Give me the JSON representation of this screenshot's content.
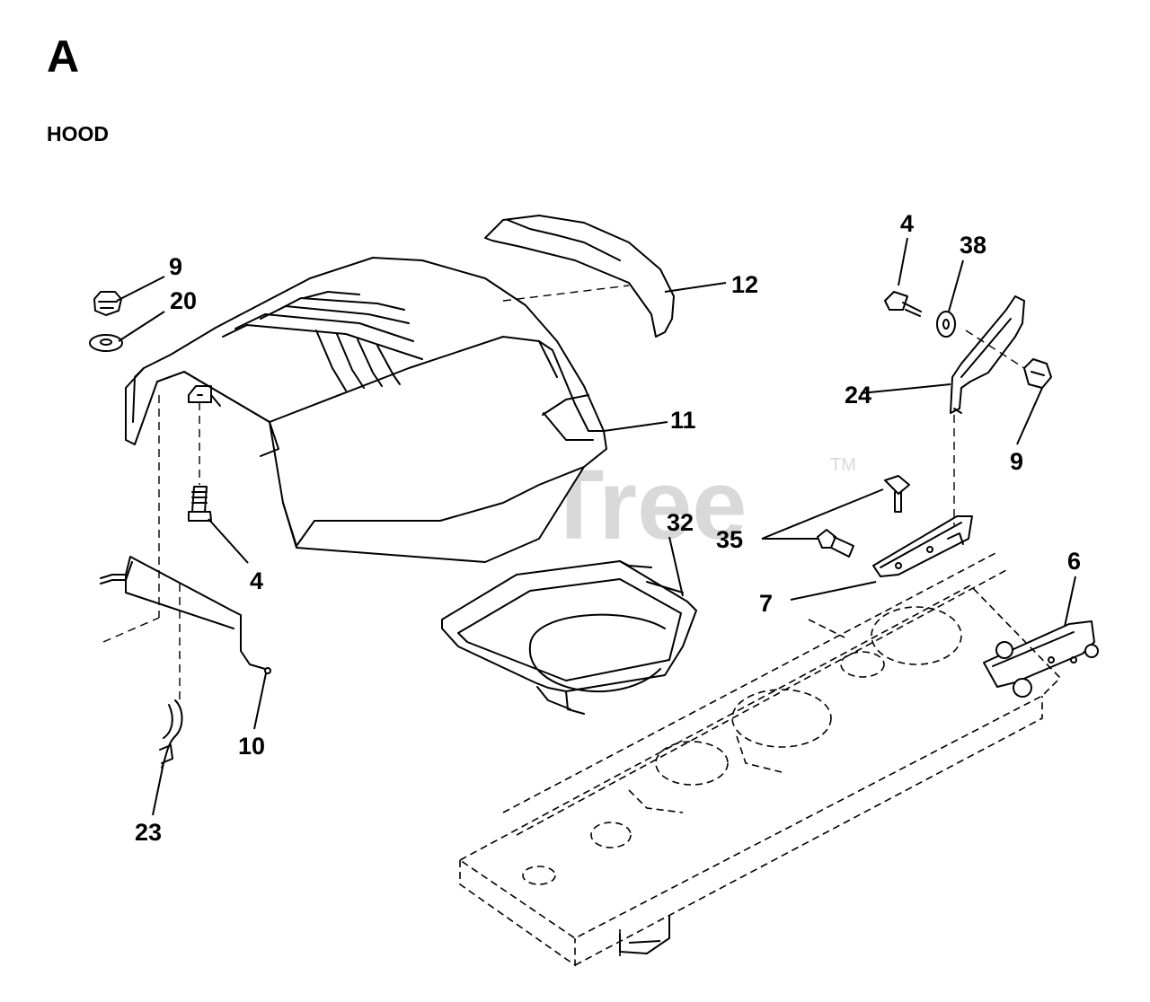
{
  "header": {
    "section_letter": "A",
    "section_title": "HOOD"
  },
  "watermark": {
    "brand": "PartsTree",
    "trademark": "TM"
  },
  "callouts": {
    "c4_left": "4",
    "c9_left": "9",
    "c20": "20",
    "c12": "12",
    "c11": "11",
    "c32": "32",
    "c10": "10",
    "c23": "23",
    "c4_right": "4",
    "c38": "38",
    "c24": "24",
    "c9_right": "9",
    "c35": "35",
    "c7": "7",
    "c6": "6"
  },
  "parts": [
    {
      "ref": "4",
      "name": "bolt-icon"
    },
    {
      "ref": "6",
      "name": "bracket-icon"
    },
    {
      "ref": "7",
      "name": "bracket-icon"
    },
    {
      "ref": "9",
      "name": "nut-icon"
    },
    {
      "ref": "10",
      "name": "rod-icon"
    },
    {
      "ref": "11",
      "name": "hood-icon"
    },
    {
      "ref": "12",
      "name": "grille-insert-icon"
    },
    {
      "ref": "20",
      "name": "washer-icon"
    },
    {
      "ref": "23",
      "name": "spring-clip-icon"
    },
    {
      "ref": "24",
      "name": "hinge-plate-icon"
    },
    {
      "ref": "32",
      "name": "dash-pan-icon"
    },
    {
      "ref": "35",
      "name": "bolt-icon"
    },
    {
      "ref": "38",
      "name": "washer-icon"
    }
  ]
}
